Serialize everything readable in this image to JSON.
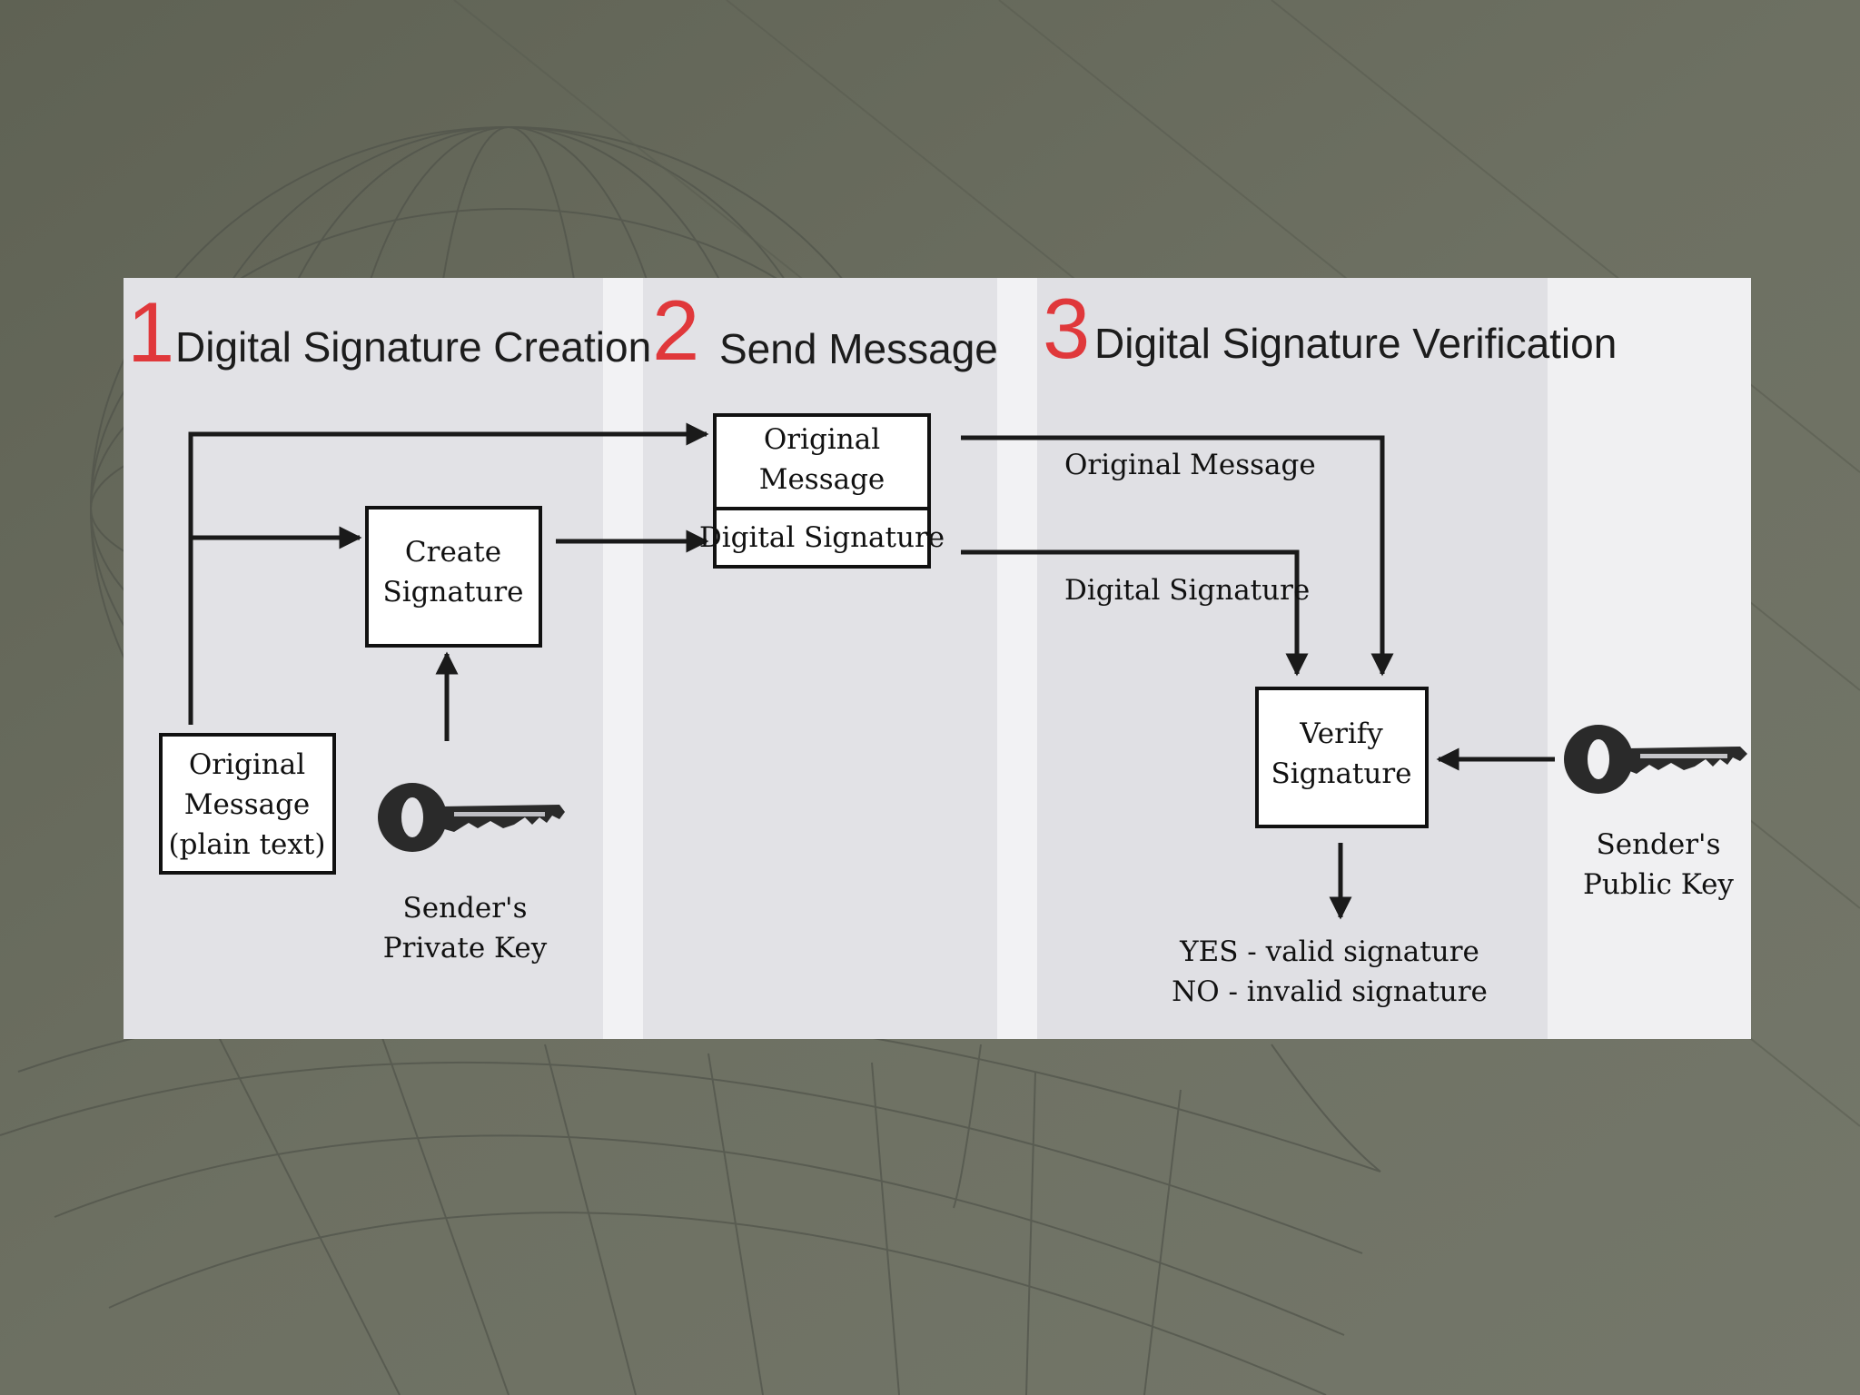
{
  "sections": [
    {
      "number": "1",
      "title": "Digital Signature Creation"
    },
    {
      "number": "2",
      "title": "Send Message"
    },
    {
      "number": "3",
      "title": "Digital Signature Verification"
    }
  ],
  "creation": {
    "original_message": [
      "Original",
      "Message",
      "(plain text)"
    ],
    "create_signature": [
      "Create",
      "Signature"
    ],
    "private_key": [
      "Sender's",
      "Private Key"
    ]
  },
  "send": {
    "original_message": [
      "Original",
      "Message"
    ],
    "digital_signature": "Digital Signature"
  },
  "verification": {
    "original_message_label": "Original Message",
    "digital_signature_label": "Digital Signature",
    "verify_signature": [
      "Verify",
      "Signature"
    ],
    "public_key": [
      "Sender's",
      "Public Key"
    ],
    "result": [
      "YES - valid signature",
      "NO - invalid signature"
    ]
  },
  "colors": {
    "background": "#6b6e60",
    "panel_light": "#ececef",
    "panel_mid": "#e0e0e4",
    "accent_red": "#e0383b",
    "line": "#1a1a1a",
    "key": "#2a2a2a"
  },
  "icons": {
    "private_key": "key-icon",
    "public_key": "key-icon"
  }
}
